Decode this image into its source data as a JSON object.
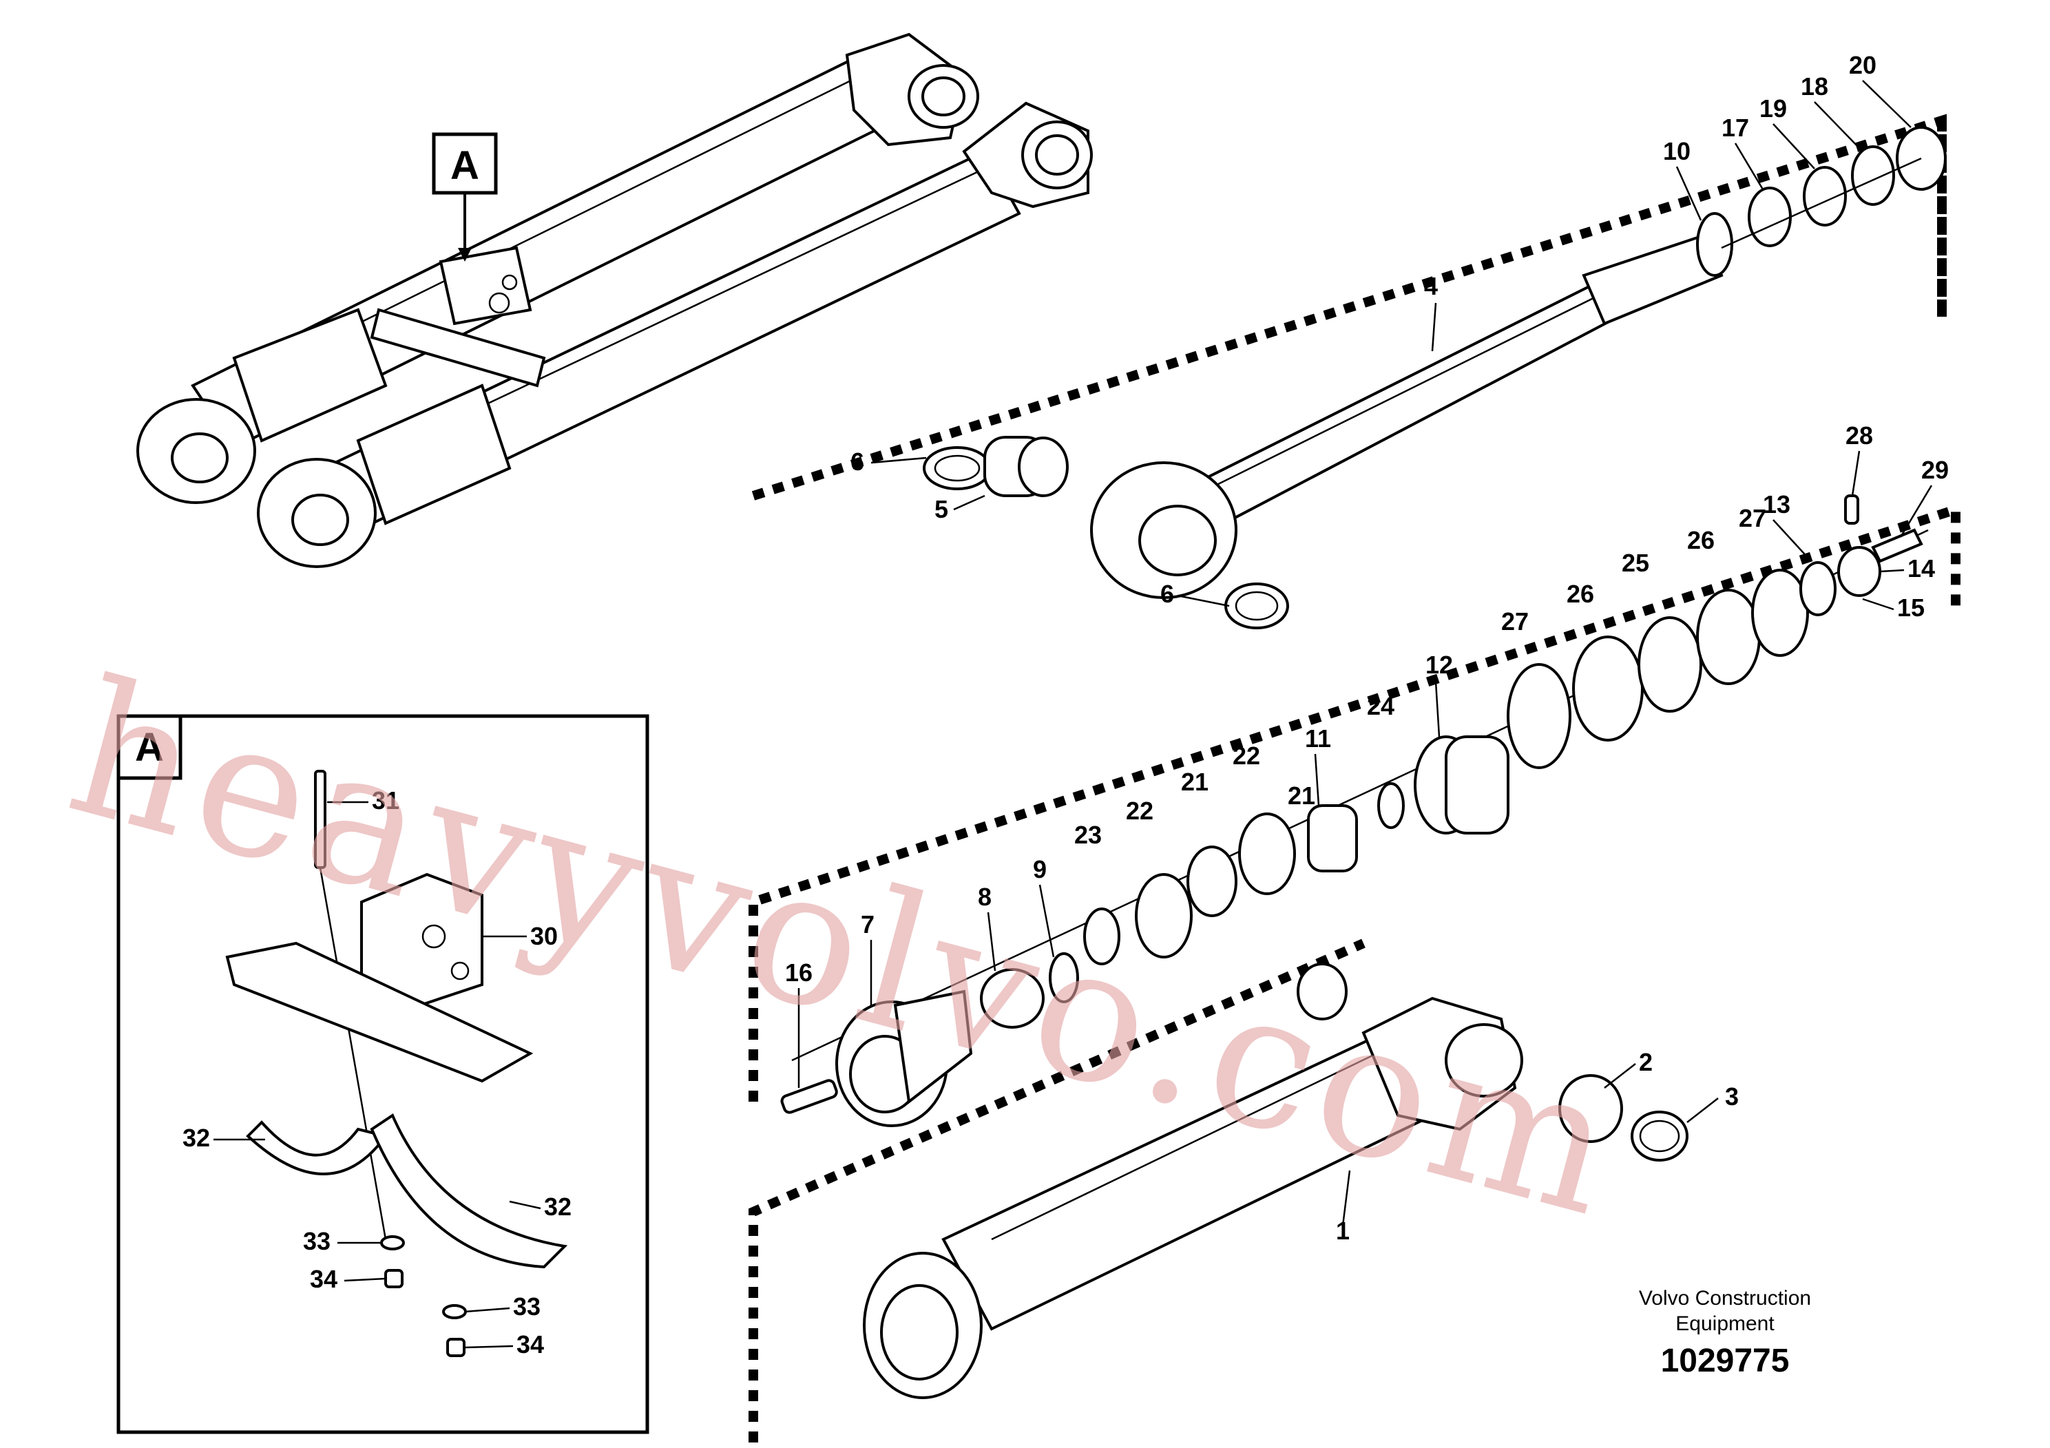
{
  "watermark": "heavyvolvo.com",
  "view_tag": "A",
  "detail_tag": "A",
  "footer": {
    "line1": "Volvo Construction",
    "line2": "Equipment",
    "number": "1029775"
  },
  "callouts": {
    "c1": "1",
    "c2": "2",
    "c3": "3",
    "c4": "4",
    "c5": "5",
    "c6a": "6",
    "c6b": "6",
    "c7": "7",
    "c8": "8",
    "c9": "9",
    "c10": "10",
    "c11": "11",
    "c12": "12",
    "c13": "13",
    "c14": "14",
    "c15": "15",
    "c16": "16",
    "c17": "17",
    "c18": "18",
    "c19": "19",
    "c20": "20",
    "c21a": "21",
    "c21b": "21",
    "c22a": "22",
    "c22b": "22",
    "c23": "23",
    "c24": "24",
    "c25": "25",
    "c26a": "26",
    "c26b": "26",
    "c27a": "27",
    "c27b": "27",
    "c28": "28",
    "c29": "29",
    "c30": "30",
    "c31": "31",
    "c32a": "32",
    "c32b": "32",
    "c33a": "33",
    "c33b": "33",
    "c34a": "34",
    "c34b": "34"
  }
}
